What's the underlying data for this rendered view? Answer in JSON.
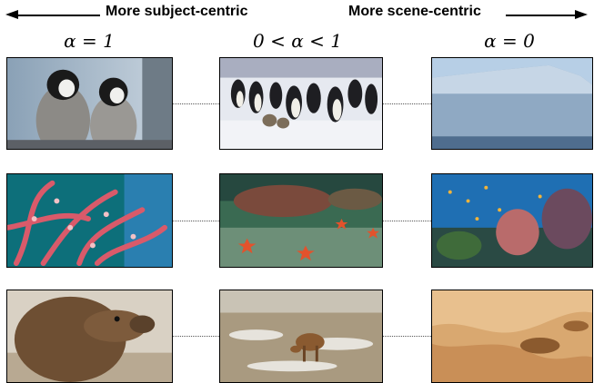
{
  "header": {
    "left_label": "More subject-centric",
    "right_label": "More scene-centric"
  },
  "columns": {
    "left": "α = 1",
    "middle": "0 < α < 1",
    "right": "α = 0"
  },
  "rows": [
    {
      "left": {
        "icon": "penguin-closeup-image"
      },
      "middle": {
        "icon": "penguin-colony-image"
      },
      "right": {
        "icon": "iceberg-image"
      }
    },
    {
      "left": {
        "icon": "coral-closeup-image"
      },
      "middle": {
        "icon": "starfish-seafloor-image"
      },
      "right": {
        "icon": "coral-reef-image"
      }
    },
    {
      "left": {
        "icon": "camel-closeup-image"
      },
      "middle": {
        "icon": "camel-field-image"
      },
      "right": {
        "icon": "desert-dunes-image"
      }
    }
  ],
  "colors": {
    "ink": "#000000",
    "connector": "#555555"
  }
}
